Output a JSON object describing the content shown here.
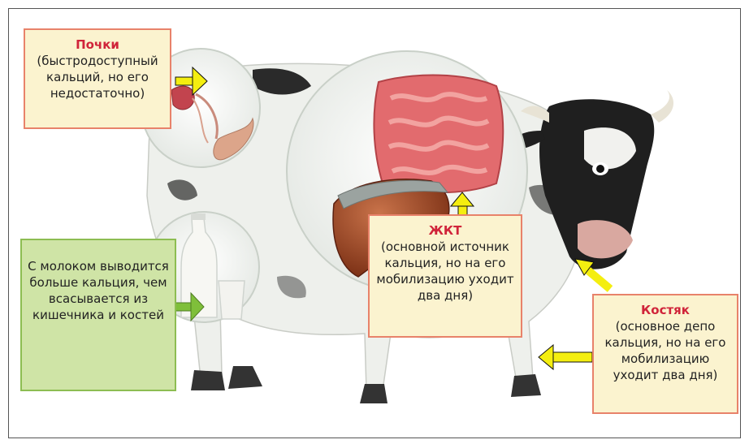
{
  "callouts": {
    "kidneys": {
      "title": "Почки",
      "text": "(быстродоступный кальций, но его недостаточно)"
    },
    "milk": {
      "text": "С молоком выводится больше кальция, чем всасывается из кишечника и костей"
    },
    "gi": {
      "title": "ЖКТ",
      "text": "(основной источник кальция, но на его мобилизацию уходит два дня)"
    },
    "bone": {
      "title": "Костяк",
      "text": "(основное депо кальция, но на его мобилизацию уходит два дня)"
    }
  },
  "colors": {
    "callout_fill": "#fbf3cf",
    "callout_border": "#e8826a",
    "milk_fill": "#cfe4a6",
    "milk_border": "#8dbd52",
    "title_red": "#d0243a",
    "arrow_yellow": "#f4ee10",
    "arrow_green": "#7fbf3a"
  }
}
